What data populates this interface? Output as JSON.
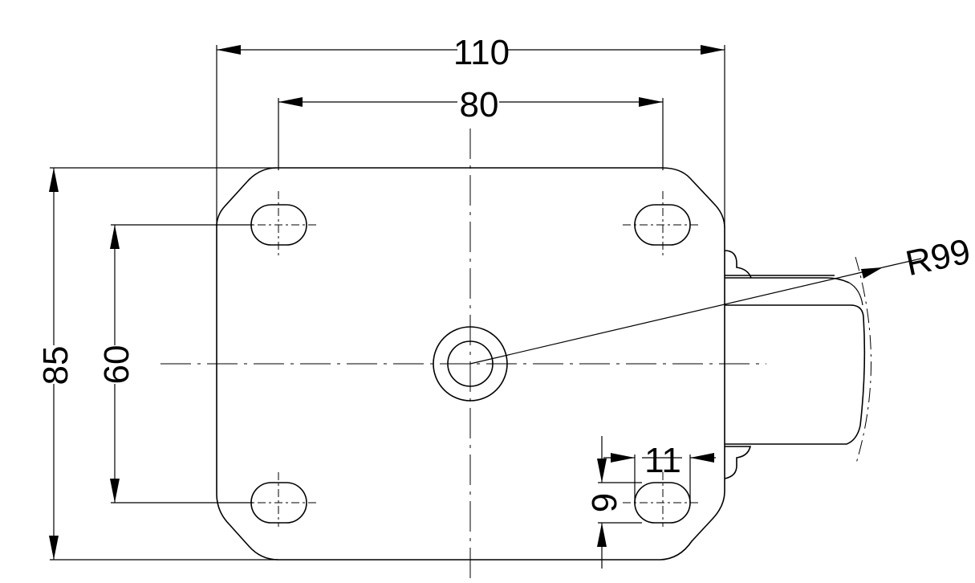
{
  "drawing": {
    "dimensions": {
      "overall_width": "110",
      "hole_spacing_width": "80",
      "overall_height": "85",
      "hole_spacing_height": "60",
      "radius": "R99",
      "slot_length": "11",
      "slot_width": "9"
    }
  }
}
